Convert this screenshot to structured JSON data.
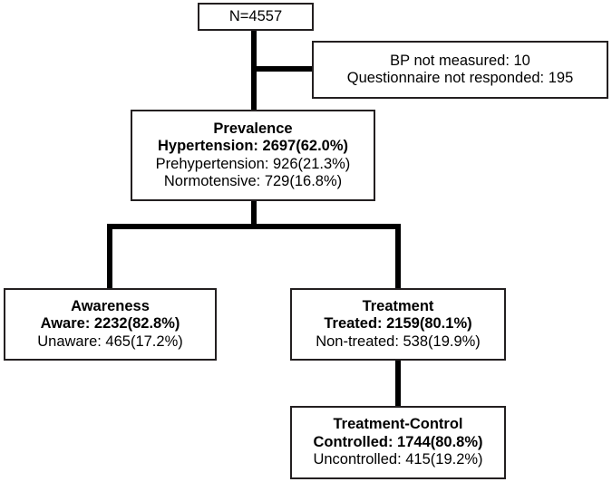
{
  "diagram": {
    "title": "Hypertension prevalence, awareness, treatment and control flowchart",
    "line_color": "#000000",
    "box_border_color": "#231f20",
    "background": "#ffffff"
  },
  "nodes": {
    "total": {
      "name": "total-enrolled",
      "lines": [
        {
          "text": "N=4557",
          "bold": false
        }
      ]
    },
    "excluded": {
      "name": "excluded",
      "lines": [
        {
          "text": "BP not measured: 10",
          "bold": false
        },
        {
          "text": "Questionnaire not responded: 195",
          "bold": false
        }
      ]
    },
    "prevalence": {
      "name": "prevalence",
      "lines": [
        {
          "text": "Prevalence",
          "bold": true
        },
        {
          "text": "Hypertension: 2697(62.0%)",
          "bold": true
        },
        {
          "text": "Prehypertension: 926(21.3%)",
          "bold": false
        },
        {
          "text": "Normotensive: 729(16.8%)",
          "bold": false
        }
      ]
    },
    "awareness": {
      "name": "awareness",
      "lines": [
        {
          "text": "Awareness",
          "bold": true
        },
        {
          "text": "Aware: 2232(82.8%)",
          "bold": true
        },
        {
          "text": "Unaware: 465(17.2%)",
          "bold": false
        }
      ]
    },
    "treatment": {
      "name": "treatment",
      "lines": [
        {
          "text": "Treatment",
          "bold": true
        },
        {
          "text": "Treated: 2159(80.1%)",
          "bold": true
        },
        {
          "text": "Non-treated: 538(19.9%)",
          "bold": false
        }
      ]
    },
    "control": {
      "name": "treatment-control",
      "lines": [
        {
          "text": "Treatment-Control",
          "bold": true
        },
        {
          "text": "Controlled: 1744(80.8%)",
          "bold": true
        },
        {
          "text": "Uncontrolled: 415(19.2%)",
          "bold": false
        }
      ]
    }
  }
}
